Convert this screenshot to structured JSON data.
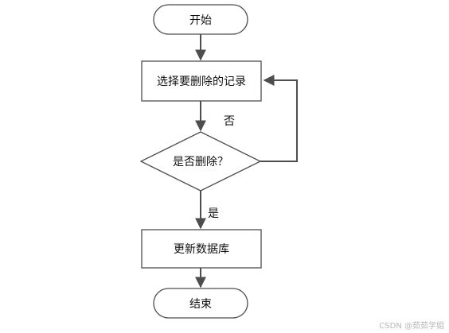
{
  "flowchart": {
    "start": "开始",
    "select_record": "选择要删除的记录",
    "decision": "是否删除？",
    "label_no": "否",
    "label_yes": "是",
    "update_db": "更新数据库",
    "end": "结束"
  },
  "watermark": "CSDN @茹茹学姐",
  "colors": {
    "stroke": "#4d4d4d",
    "node_fill": "#ffffff",
    "text": "#111111"
  }
}
